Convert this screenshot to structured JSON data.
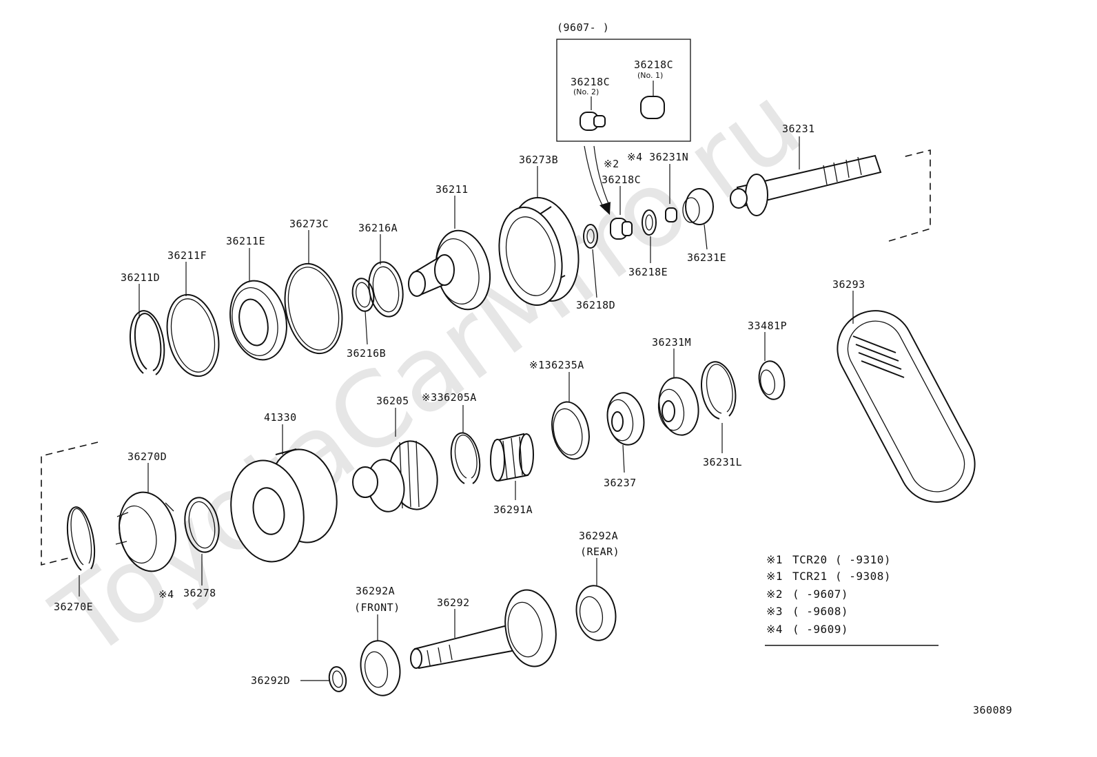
{
  "watermark": "ToyotaCarMrro.ru",
  "diagram_id": "360089",
  "inset": {
    "header": "(9607-     )",
    "items": [
      {
        "part": "36218C",
        "note": "(No. 2)"
      },
      {
        "part": "36218C",
        "note": "(No. 1)"
      }
    ]
  },
  "labels": {
    "36211D": "36211D",
    "36211F": "36211F",
    "36211E": "36211E",
    "36273C": "36273C",
    "36216A": "36216A",
    "36216B": "36216B",
    "36211": "36211",
    "36273B": "36273B",
    "36218D": "36218D",
    "m2_36218C": "※2",
    "36218C": "36218C",
    "m4_36231N": "※4 36231N",
    "36218E": "36218E",
    "36231E": "36231E",
    "36231": "36231",
    "36293": "36293",
    "33481P": "33481P",
    "36231M": "36231M",
    "36231L": "36231L",
    "m1_36235A": "※136235A",
    "36237": "36237",
    "36291A": "36291A",
    "36205": "36205",
    "m3_36205A": "※336205A",
    "41330": "41330",
    "36270D": "36270D",
    "36270E": "36270E",
    "m4": "※4",
    "36278": "36278",
    "36292A_front": "36292A",
    "front": "(FRONT)",
    "36292": "36292",
    "36292A_rear": "36292A",
    "rear": "(REAR)",
    "36292D": "36292D"
  },
  "notes": [
    {
      "mark": "※1",
      "model": "TCR20",
      "range": "(        -9310)"
    },
    {
      "mark": "※1",
      "model": "TCR21",
      "range": "(        -9308)"
    },
    {
      "mark": "※2",
      "model": "",
      "range": "(        -9607)"
    },
    {
      "mark": "※3",
      "model": "",
      "range": "(        -9608)"
    },
    {
      "mark": "※4",
      "model": "",
      "range": "(        -9609)"
    }
  ]
}
